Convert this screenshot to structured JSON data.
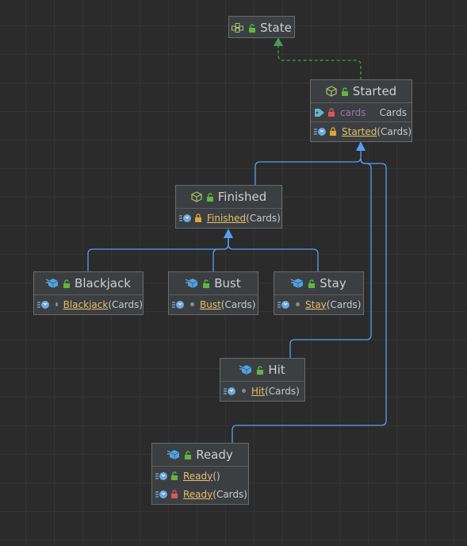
{
  "colors": {
    "background": "#2b2b2b",
    "node_fill": "#3c3f41",
    "node_border": "#6a6a6a",
    "inheritance_edge": "#589df6",
    "realization_edge": "#499c54",
    "method_name": "#e8bf6a",
    "field_name": "#9876aa"
  },
  "nodes": {
    "state": {
      "title": "State",
      "kind": "interface"
    },
    "started": {
      "title": "Started",
      "kind": "abstract-class",
      "field": {
        "name": "cards",
        "type": "Cards",
        "visibility": "private"
      },
      "method": {
        "name": "Started",
        "params": "(Cards)",
        "visibility": "protected"
      }
    },
    "finished": {
      "title": "Finished",
      "kind": "abstract-class",
      "method": {
        "name": "Finished",
        "params": "(Cards)",
        "visibility": "protected"
      }
    },
    "blackjack": {
      "title": "Blackjack",
      "kind": "class",
      "method": {
        "name": "Blackjack",
        "params": "(Cards)",
        "visibility": "package"
      }
    },
    "bust": {
      "title": "Bust",
      "kind": "class",
      "method": {
        "name": "Bust",
        "params": "(Cards)",
        "visibility": "package"
      }
    },
    "stay": {
      "title": "Stay",
      "kind": "class",
      "method": {
        "name": "Stay",
        "params": "(Cards)",
        "visibility": "package"
      }
    },
    "hit": {
      "title": "Hit",
      "kind": "class",
      "method": {
        "name": "Hit",
        "params": "(Cards)",
        "visibility": "package"
      }
    },
    "ready": {
      "title": "Ready",
      "kind": "class",
      "methods": [
        {
          "name": "Ready",
          "params": "()",
          "visibility": "public"
        },
        {
          "name": "Ready",
          "params": "(Cards)",
          "visibility": "private"
        }
      ]
    }
  },
  "edges": [
    {
      "from": "started",
      "to": "state",
      "type": "realization"
    },
    {
      "from": "finished",
      "to": "started",
      "type": "inheritance"
    },
    {
      "from": "hit",
      "to": "started",
      "type": "inheritance"
    },
    {
      "from": "ready",
      "to": "started",
      "type": "inheritance"
    },
    {
      "from": "blackjack",
      "to": "finished",
      "type": "inheritance"
    },
    {
      "from": "bust",
      "to": "finished",
      "type": "inheritance"
    },
    {
      "from": "stay",
      "to": "finished",
      "type": "inheritance"
    }
  ]
}
